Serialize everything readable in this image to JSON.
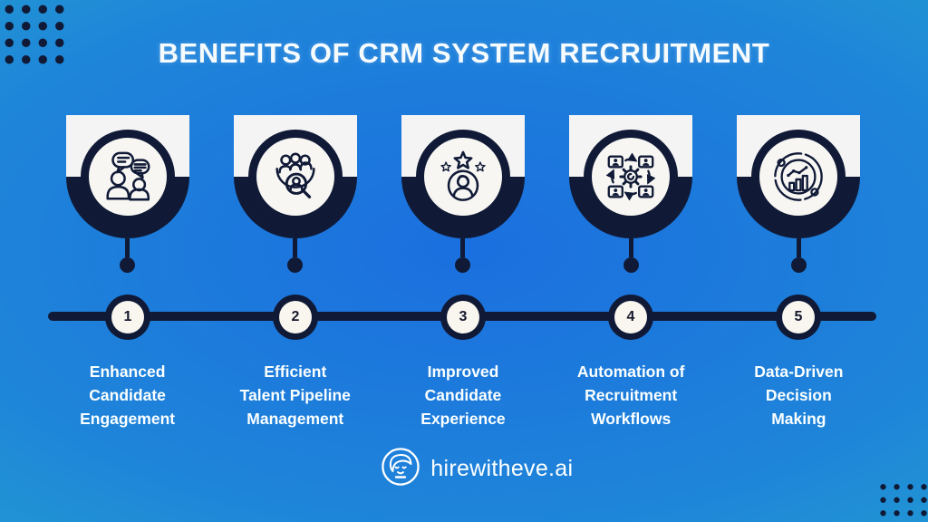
{
  "title": "BENEFITS OF CRM SYSTEM RECRUITMENT",
  "colors": {
    "bg_center": "#1b6fdf",
    "bg_edge": "#28b4ca",
    "navy": "#101a36",
    "badge_fill": "#f9f6f0",
    "card_white": "#f4f4f4",
    "text_white": "#fbffff"
  },
  "items": [
    {
      "number": "1",
      "icon": "chat-people-icon",
      "label_lines": [
        "Enhanced",
        "Candidate",
        "Engagement"
      ]
    },
    {
      "number": "2",
      "icon": "talent-search-icon",
      "label_lines": [
        "Efficient",
        "Talent Pipeline",
        "Management"
      ]
    },
    {
      "number": "3",
      "icon": "candidate-stars-icon",
      "label_lines": [
        "Improved",
        "Candidate",
        "Experience"
      ]
    },
    {
      "number": "4",
      "icon": "workflow-gear-icon",
      "label_lines": [
        "Automation of",
        "Recruitment",
        "Workflows"
      ]
    },
    {
      "number": "5",
      "icon": "analytics-chart-icon",
      "label_lines": [
        "Data-Driven",
        "Decision",
        "Making"
      ]
    }
  ],
  "footer": {
    "logo_text": "hirewitheve.ai",
    "logo_icon": "eve-face-icon"
  }
}
